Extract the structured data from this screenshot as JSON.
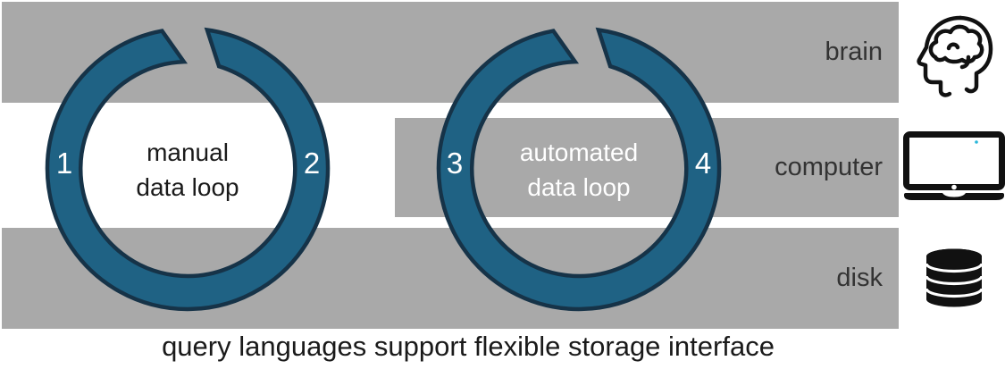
{
  "loops": [
    {
      "name": "manual-loop",
      "label_line1": "manual",
      "label_line2": "data loop",
      "start_num": "1",
      "end_num": "2"
    },
    {
      "name": "automated-loop",
      "label_line1": "automated",
      "label_line2": "data loop",
      "start_num": "3",
      "end_num": "4"
    }
  ],
  "rows": [
    {
      "label": "brain",
      "icon": "brain-icon"
    },
    {
      "label": "computer",
      "icon": "laptop-icon"
    },
    {
      "label": "disk",
      "icon": "database-icon"
    }
  ],
  "caption": "query languages support flexible storage interface",
  "colors": {
    "band_gray": "#a9a9a9",
    "ring_fill": "#1F6284",
    "ring_outline": "#163348",
    "row_label_text": "#333333",
    "caption_text": "#1a1a1a",
    "loop_number_text": "#ffffff",
    "icon_black": "#111111",
    "laptop_camera_dot": "#2ab7d9"
  }
}
